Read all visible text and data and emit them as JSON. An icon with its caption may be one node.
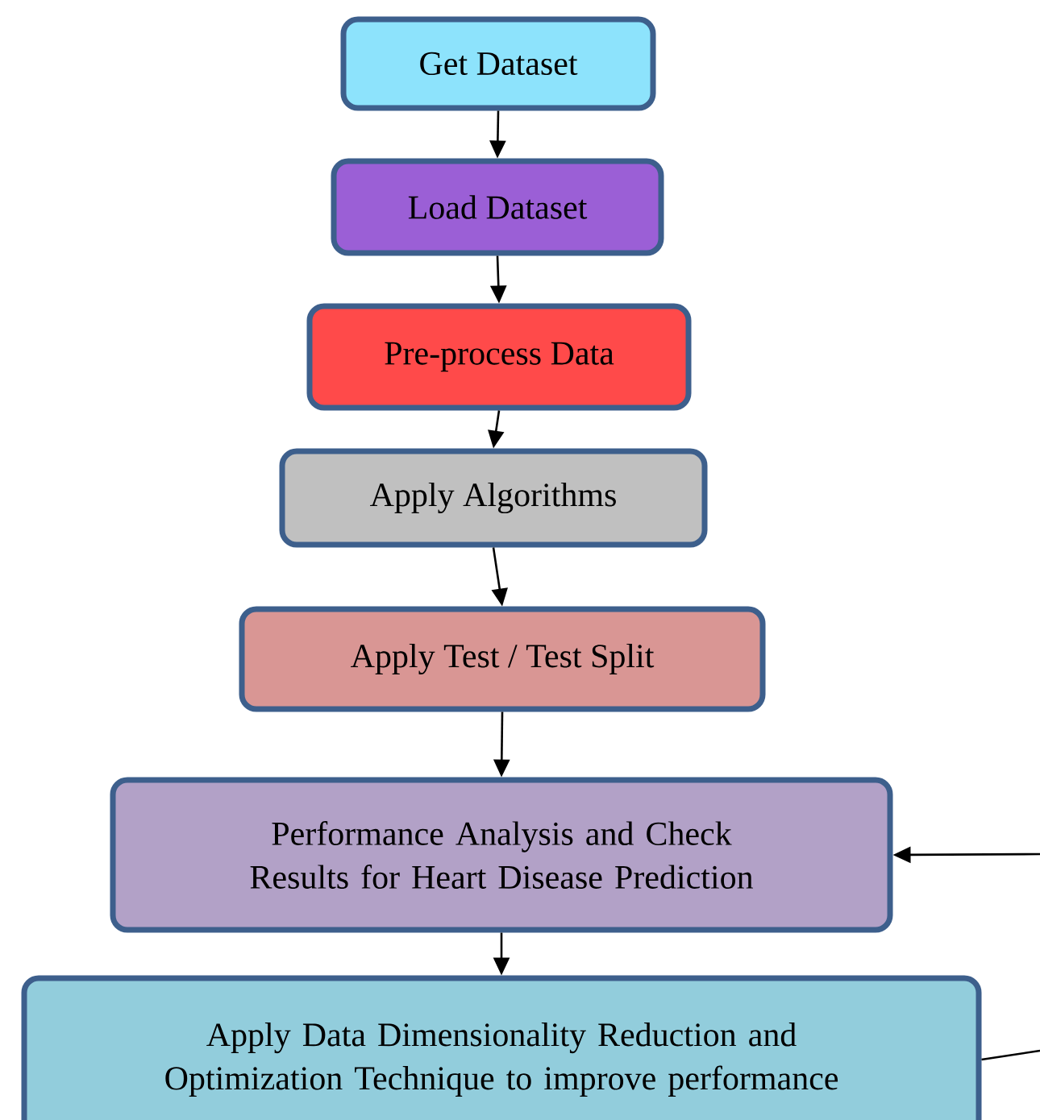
{
  "diagram": {
    "nodes": [
      {
        "text": [
          "Get Dataset"
        ]
      },
      {
        "text": [
          "Load Dataset"
        ]
      },
      {
        "text": [
          "Pre-process Data"
        ]
      },
      {
        "text": [
          "Apply Algorithms"
        ]
      },
      {
        "text": [
          "Apply Test / Test Split"
        ]
      },
      {
        "text": [
          "Performance Analysis and Check Results for Heart Disease Prediction"
        ]
      },
      {
        "text": [
          "Apply Data Dimensionality Reduction and Optimization Technique to improve performance"
        ]
      }
    ],
    "edges": [
      {
        "from": 0,
        "to": 1,
        "arrow": "to"
      },
      {
        "from": 1,
        "to": 2,
        "arrow": "to"
      },
      {
        "from": 2,
        "to": 3,
        "arrow": "to"
      },
      {
        "from": 3,
        "to": 4,
        "arrow": "to"
      },
      {
        "from": 4,
        "to": 5,
        "arrow": "to"
      },
      {
        "from": 5,
        "to": 6,
        "arrow": "to"
      },
      {
        "from": null,
        "to": 5,
        "arrow": "to"
      },
      {
        "from": 6,
        "to": null,
        "arrow": "none"
      }
    ]
  }
}
